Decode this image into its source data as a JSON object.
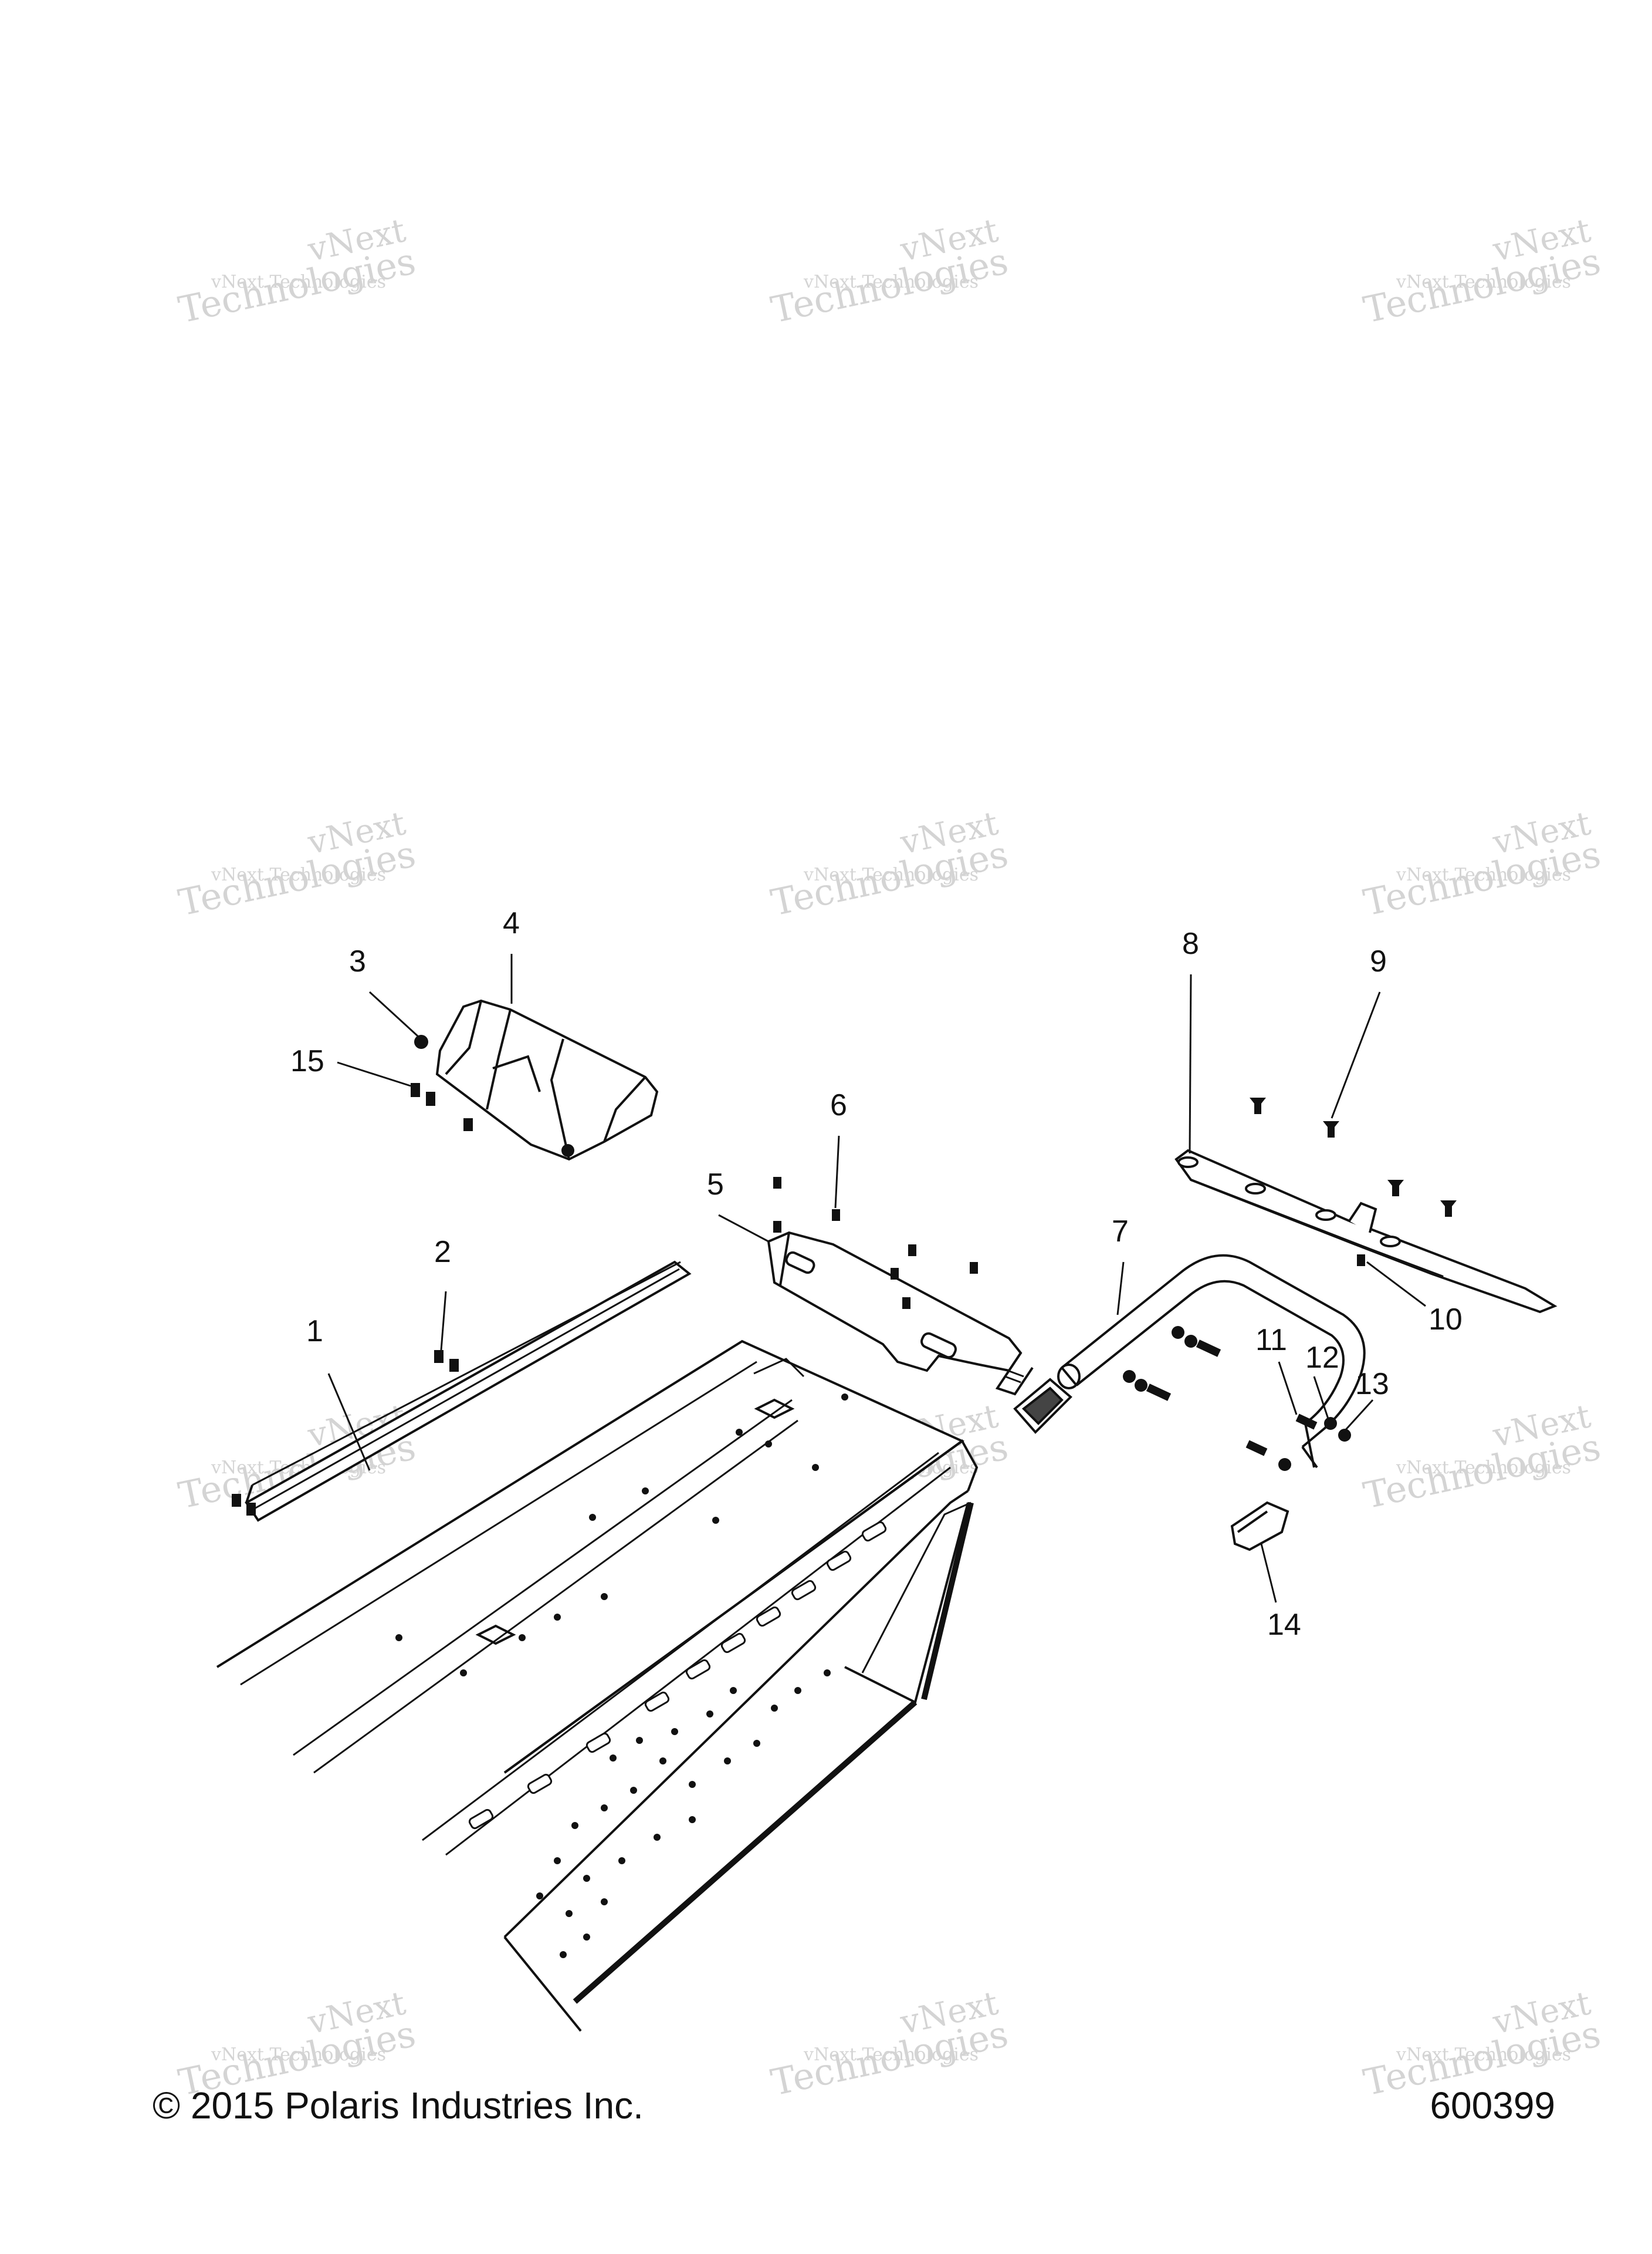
{
  "footer": {
    "copyright": "© 2015 Polaris Industries Inc.",
    "drawing_number": "600399"
  },
  "watermark": {
    "line1": "vNext Technologies",
    "line2": "vNext",
    "line3": "Technologies"
  },
  "callouts": [
    "1",
    "2",
    "3",
    "4",
    "5",
    "6",
    "7",
    "8",
    "9",
    "10",
    "11",
    "12",
    "13",
    "14",
    "15"
  ],
  "colors": {
    "ink": "#111111",
    "watermark": "#d4d4d4",
    "background": "#ffffff"
  }
}
